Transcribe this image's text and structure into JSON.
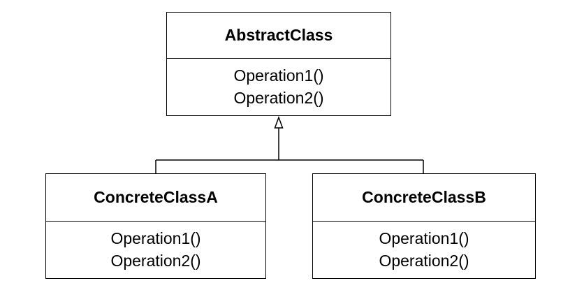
{
  "abstract_class": {
    "name": "AbstractClass",
    "operations": [
      "Operation1()",
      "Operation2()"
    ]
  },
  "concrete_classes": [
    {
      "name": "ConcreteClassA",
      "operations": [
        "Operation1()",
        "Operation2()"
      ]
    },
    {
      "name": "ConcreteClassB",
      "operations": [
        "Operation1()",
        "Operation2()"
      ]
    }
  ],
  "relationship": "inheritance",
  "colors": {
    "line": "#000000",
    "background": "#ffffff"
  }
}
